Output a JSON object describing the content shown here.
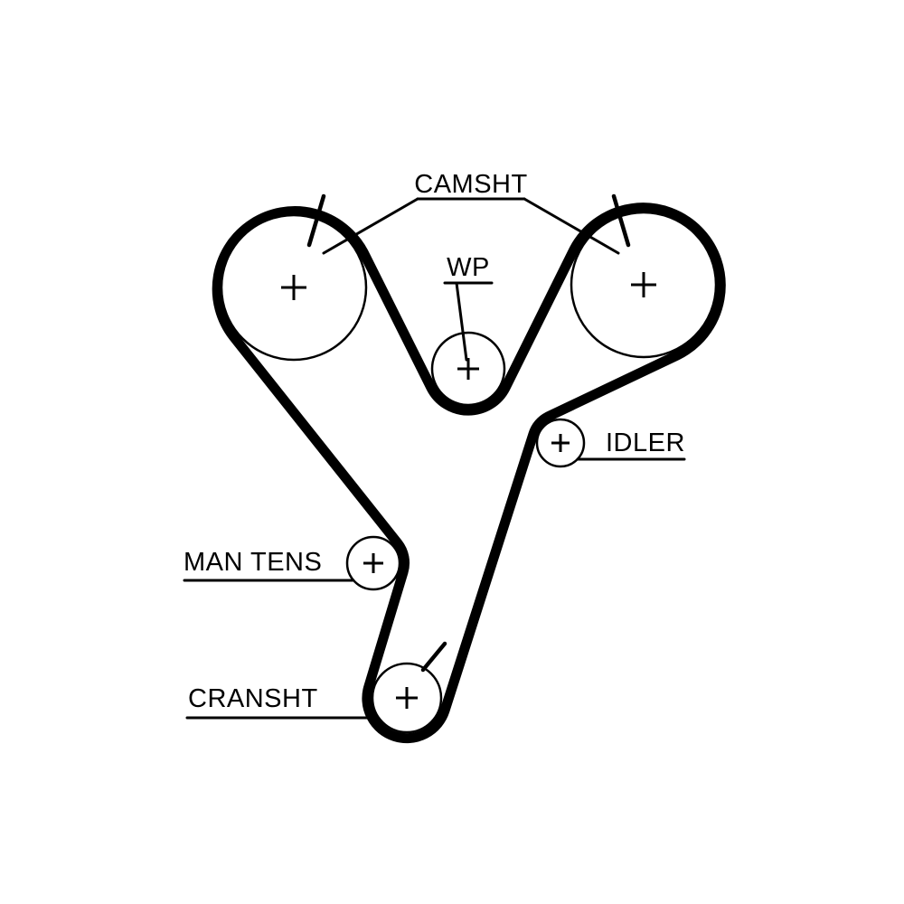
{
  "page": {
    "background": "#ffffff",
    "ink_color": "#000000"
  },
  "diagram": {
    "type": "timing-belt-routing",
    "labels": {
      "camshaft": "CAMSHT",
      "water_pump": "WP",
      "idler": "IDLER",
      "manual_tensioner": "MAN TENS",
      "crankshaft": "CRANSHT"
    },
    "pulleys": [
      {
        "id": "camshaft-left",
        "label": "CAMSHT",
        "center_mark": "+",
        "timing_mark": true
      },
      {
        "id": "camshaft-right",
        "label": "CAMSHT",
        "center_mark": "+",
        "timing_mark": true
      },
      {
        "id": "water-pump",
        "label": "WP",
        "center_mark": "+",
        "timing_mark": false
      },
      {
        "id": "idler",
        "label": "IDLER",
        "center_mark": "+",
        "timing_mark": false
      },
      {
        "id": "manual-tensioner",
        "label": "MAN TENS",
        "center_mark": "+",
        "timing_mark": false
      },
      {
        "id": "crankshaft",
        "label": "CRANSHT",
        "center_mark": "+",
        "timing_mark": true
      }
    ]
  }
}
